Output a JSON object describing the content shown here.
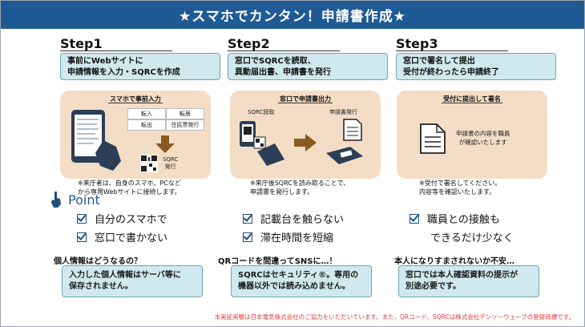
{
  "banner": {
    "title": "★スマホでカンタン！申請書作成★"
  },
  "steps": [
    {
      "label": "Step1",
      "line1": "事前にWebサイトに",
      "line2": "申請情報を入力・SQRCを作成",
      "ill_title": "スマホで事前入力",
      "cells": [
        "転入",
        "転居",
        "転出",
        "住民票発行"
      ],
      "sqrc_label": "SQRC",
      "sqrc_label2": "発行",
      "note1": "※来庁者は、自身のスマホ、PCなど",
      "note2": "から専用Webサイトに接続します。"
    },
    {
      "label": "Step2",
      "line1": "窓口でSQRCを読取、",
      "line2": "異動届出書、申請書を発行",
      "ill_title": "窓口で申請書出力",
      "sub_left": "SQRC読取",
      "sub_right": "申請書発行",
      "note1": "※来庁後SQRCを読み取ることで、",
      "note2": "申請書を発行します。"
    },
    {
      "label": "Step3",
      "line1": "窓口で署名して提出",
      "line2": "受付が終わったら申請終了",
      "ill_title": "受付に提出して署名",
      "confirm1": "申請書の内容を職員",
      "confirm2": "が確認いたします",
      "note1": "※受付で署名してください。",
      "note2": "内容等を確認いたします。"
    }
  ],
  "point": {
    "label": "Point"
  },
  "checks": {
    "c1a": "自分のスマホで",
    "c1b": "窓口で書かない",
    "c2a": "記載台を触らない",
    "c2b": "滞在時間を短縮",
    "c3a": "職員との接触も",
    "c3b": "できるだけ少なく"
  },
  "faq": [
    {
      "q": "個人情報はどうなるの？",
      "a1": "入力した個人情報はサーバ等に",
      "a2": "保存されません。"
    },
    {
      "q": "QRコードを間違ってSNSに…！",
      "a1": "SQRCはセキュリティ®。専用の",
      "a2": "機器以外では読み込めません。"
    },
    {
      "q": "本人になりすまされないか不安…",
      "a1": "窓口では本人確認資料の提示が",
      "a2": "別途必要です。"
    }
  ],
  "footer": "本実証実験は日本電気株式会社のご協力をいただいています。また、QRコード、SQRCは株式会社デンソーウェーブの登録商標です。",
  "colors": {
    "banner": "#1f5a95",
    "box": "#cfe9ee",
    "illus": "#f4ddc6",
    "footer_text": "#e23b3b"
  }
}
